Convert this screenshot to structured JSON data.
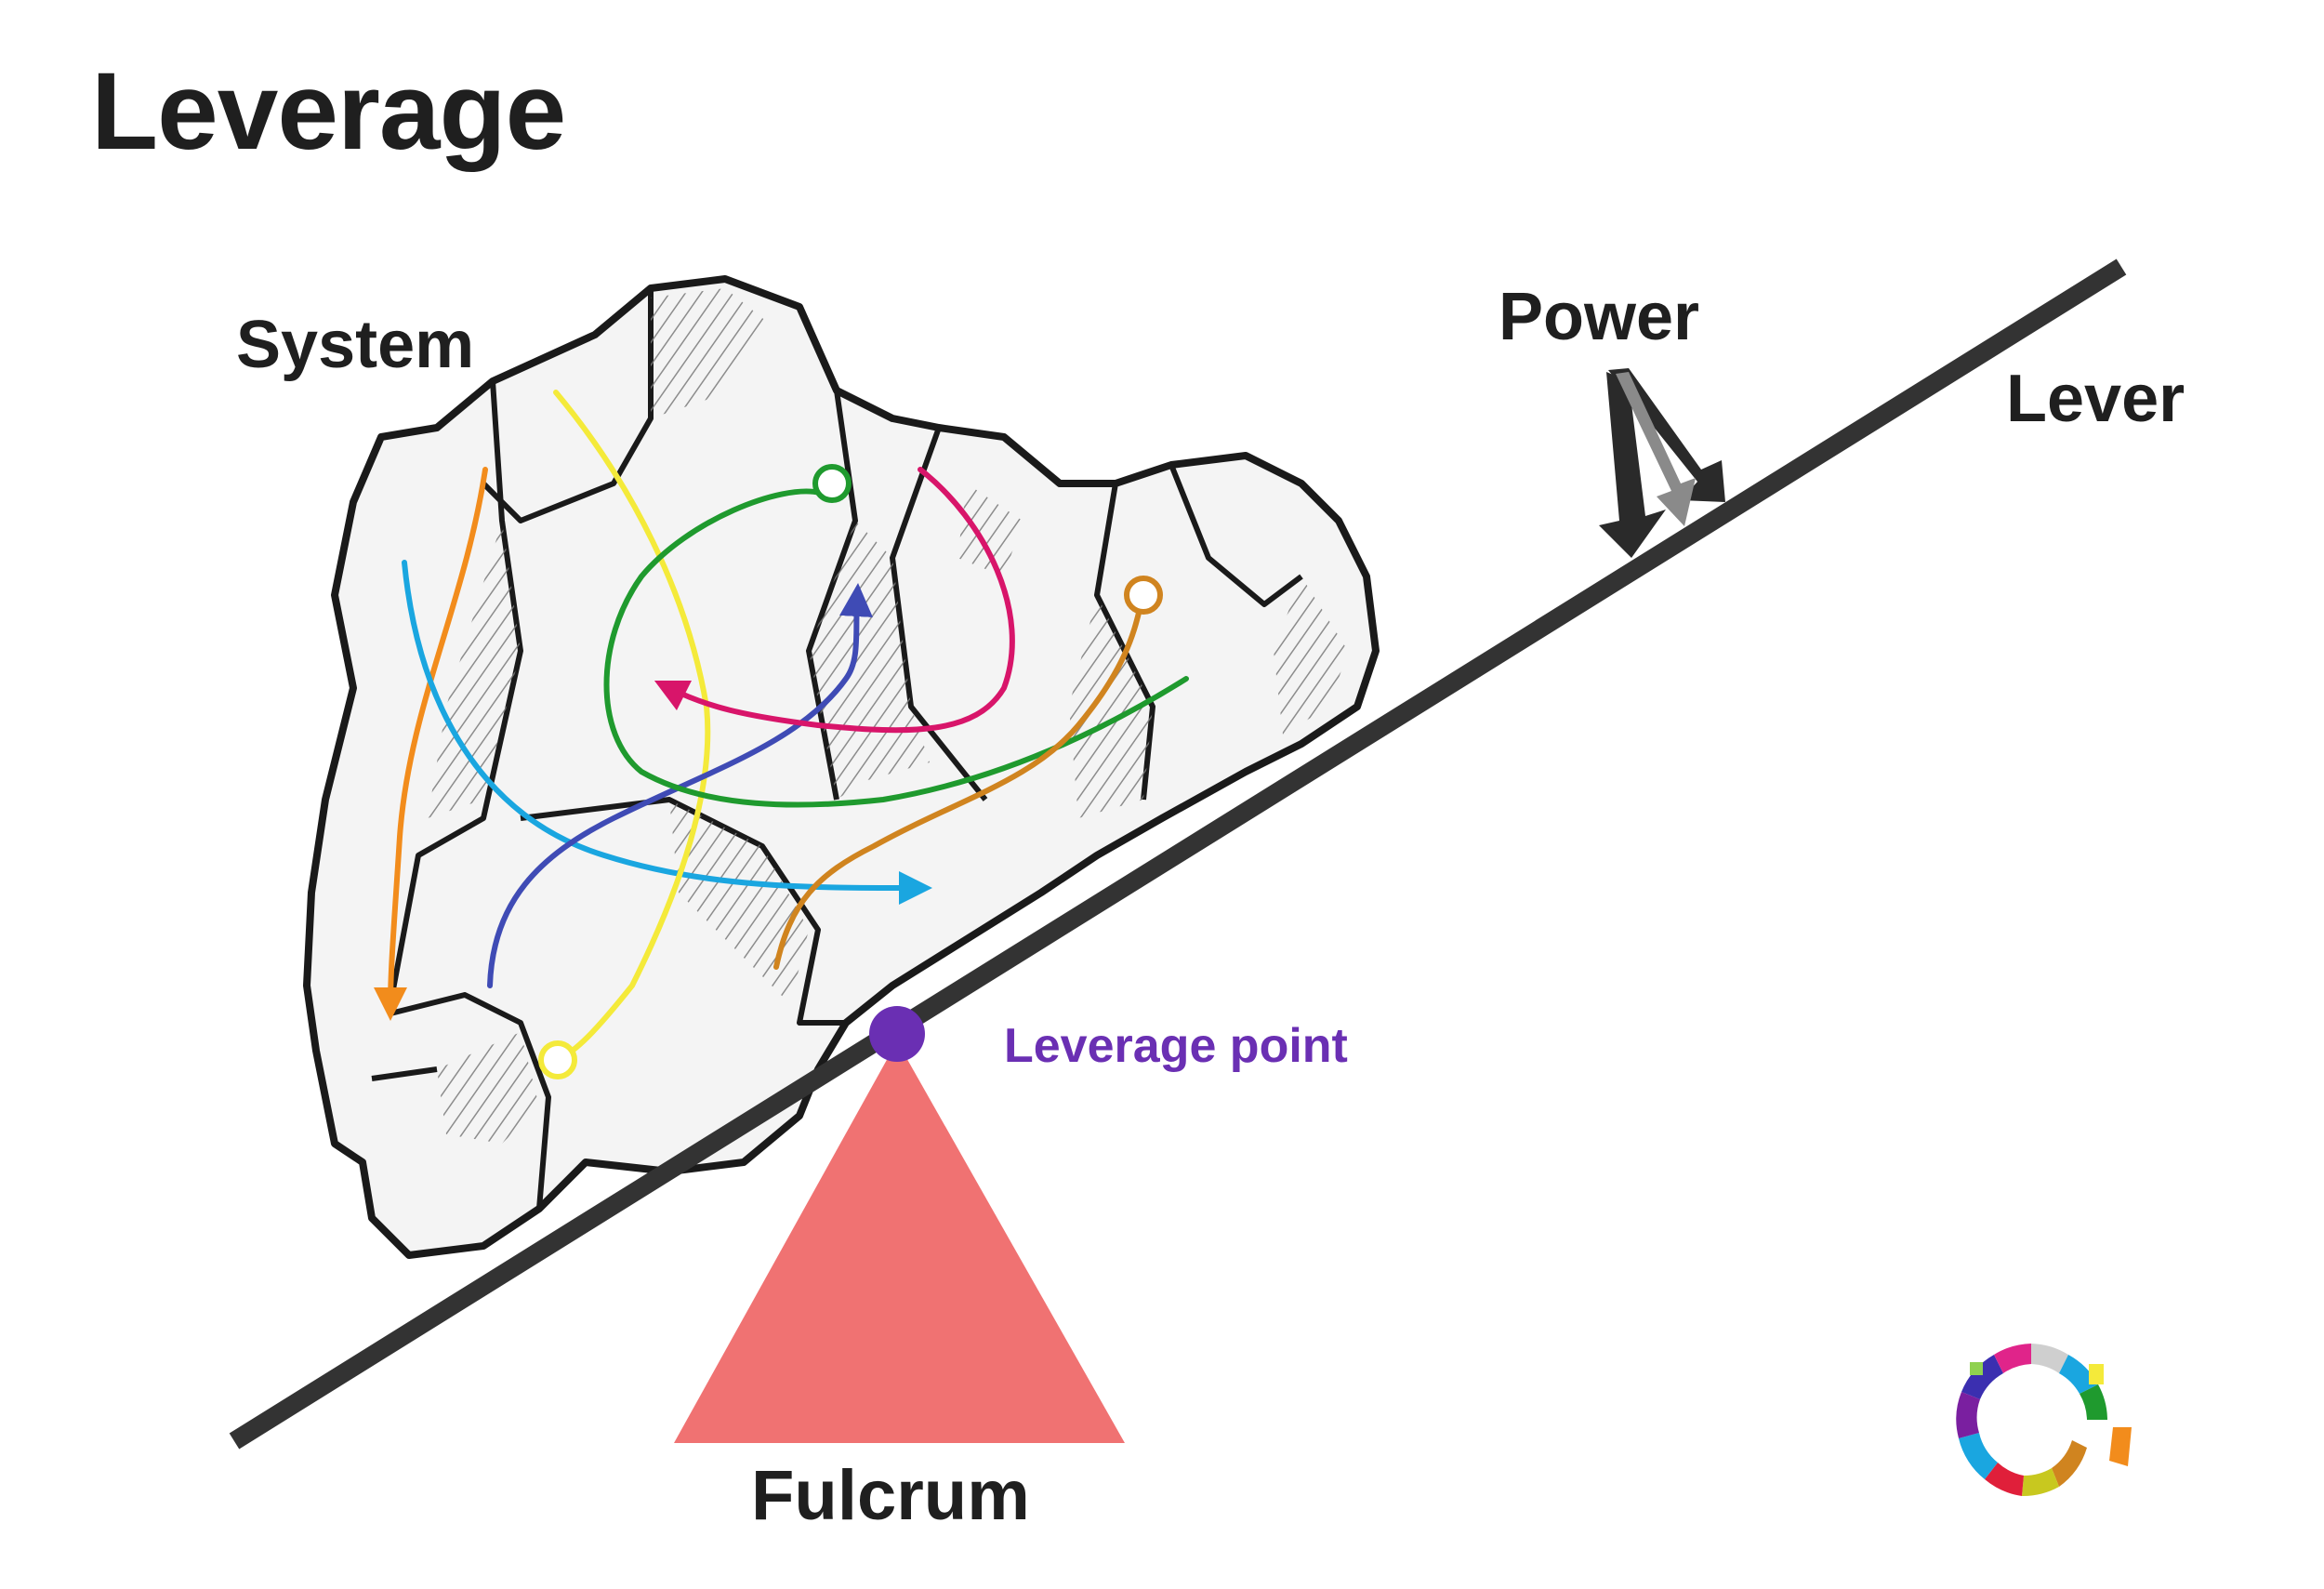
{
  "title": "Leverage",
  "labels": {
    "system": "System",
    "power": "Power",
    "lever": "Lever",
    "leverage_point": "Leverage point",
    "fulcrum": "Fulcrum"
  },
  "colors": {
    "lever": "#333333",
    "fulcrum": "#f07272",
    "leverage_point": "#6a2fb3",
    "flow_orange": "#f28c1c",
    "flow_cyan": "#1aa6e0",
    "flow_yellow": "#f4ea3a",
    "flow_navy": "#3f4bb5",
    "flow_green": "#1f9a2e",
    "flow_magenta": "#d8156a",
    "flow_ochre": "#d0841f"
  },
  "icons": [
    "rock-boulder-icon",
    "power-arrow-icon",
    "brand-logo-icon"
  ]
}
